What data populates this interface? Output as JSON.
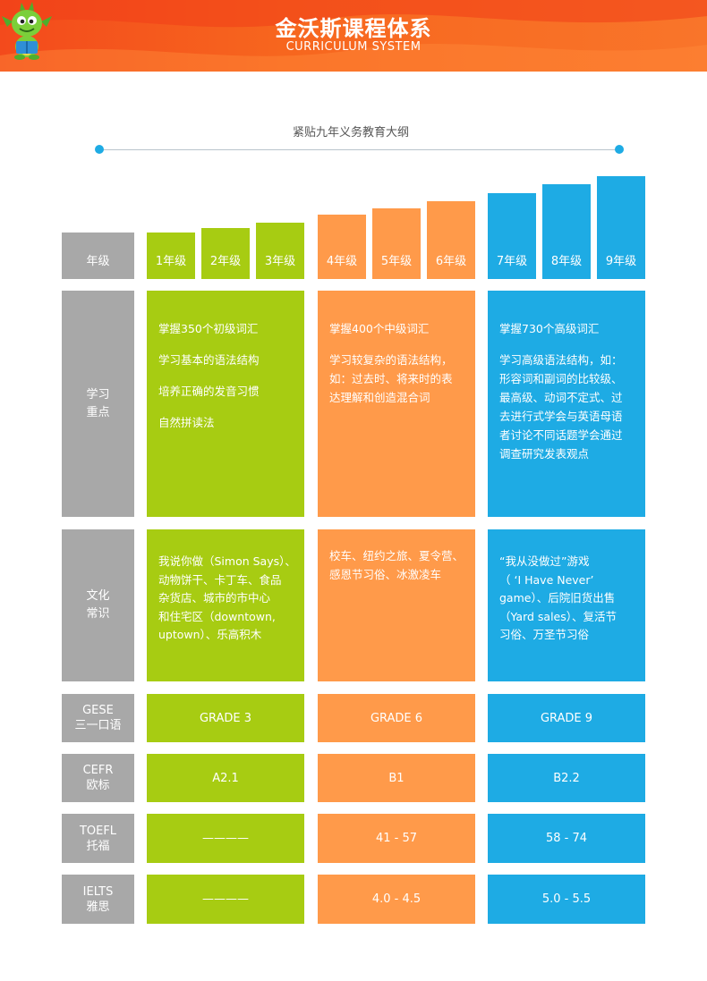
{
  "banner": {
    "title": "金沃斯课程体系",
    "subtitle": "CURRICULUM SYSTEM"
  },
  "timeline": {
    "title": "紧贴九年义务教育大纲"
  },
  "colors": {
    "green": "#a7cc12",
    "orange": "#ff9a4a",
    "blue": "#1eabe4",
    "gray": "#a8a8a8",
    "banner": "#f7661e"
  },
  "row_labels": {
    "grade": "年级",
    "study_line1": "学习",
    "study_line2": "重点",
    "culture_line1": "文化",
    "culture_line2": "常识",
    "gese_line1": "GESE",
    "gese_line2": "三一口语",
    "cefr_line1": "CEFR",
    "cefr_line2": "欧标",
    "toefl_line1": "TOEFL",
    "toefl_line2": "托福",
    "ielts_line1": "IELTS",
    "ielts_line2": "雅思"
  },
  "grades": [
    "1年级",
    "2年级",
    "3年级",
    "4年级",
    "5年级",
    "6年级",
    "7年级",
    "8年级",
    "9年级"
  ],
  "stages": [
    {
      "color": "green",
      "study": [
        "掌握350个初级词汇",
        "学习基本的语法结构",
        "培养正确的发音习惯",
        "自然拼读法"
      ],
      "culture": [
        "我说你做（Simon Says）、",
        "动物饼干、卡丁车、食品",
        "杂货店、城市的市中心",
        "和住宅区（downtown,",
        "uptown）、乐高积木"
      ],
      "gese": "GRADE 3",
      "cefr": "A2.1",
      "toefl": "————",
      "ielts": "————"
    },
    {
      "color": "orange",
      "study": [
        "掌握400个中级词汇",
        "学习较复杂的语法结构，",
        "如：过去时、将来时的表",
        "达理解和创造混合词"
      ],
      "culture": [
        "校车、纽约之旅、夏令营、",
        "感恩节习俗、冰激凌车"
      ],
      "gese": "GRADE 6",
      "cefr": "B1",
      "toefl": "41 - 57",
      "ielts": "4.0 - 4.5"
    },
    {
      "color": "blue",
      "study": [
        "掌握730个高级词汇",
        "学习高级语法结构，如：",
        "形容词和副词的比较级、",
        "最高级、动词不定式、过",
        "去进行式学会与英语母语",
        "者讨论不同话题学会通过",
        "调查研究发表观点"
      ],
      "culture": [
        "“我从没做过”游戏",
        "（ ‘I Have Never’",
        "game）、后院旧货出售",
        "（Yard sales）、复活节",
        "习俗、万圣节习俗"
      ],
      "gese": "GRADE 9",
      "cefr": "B2.2",
      "toefl": "58 - 74",
      "ielts": "5.0 - 5.5"
    }
  ]
}
